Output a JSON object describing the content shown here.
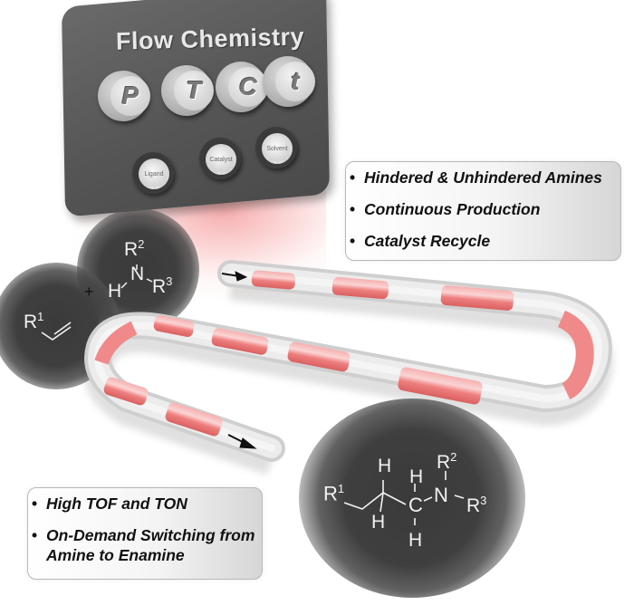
{
  "panel": {
    "title": "Flow Chemistry",
    "knobs": [
      {
        "label": "P"
      },
      {
        "label": "T"
      },
      {
        "label": "C"
      },
      {
        "label": "t"
      }
    ],
    "dials": [
      {
        "label": "Ligand"
      },
      {
        "label": "Catalyst"
      },
      {
        "label": "Solvent"
      }
    ]
  },
  "reactants": {
    "alkene": {
      "r": "R",
      "r_sup": "1"
    },
    "amine": {
      "r2": "R",
      "r2_sup": "2",
      "n": "N",
      "h": "H",
      "r3": "R",
      "r3_sup": "3"
    },
    "plus": "+"
  },
  "product": {
    "r1": "R",
    "r1_sup": "1",
    "h_top1": "H",
    "h_bot1": "H",
    "h_top2": "H",
    "c": "C",
    "h_bot2": "H",
    "n": "N",
    "r2": "R",
    "r2_sup": "2",
    "r3": "R",
    "r3_sup": "3"
  },
  "features_top": {
    "items": [
      "Hindered & Unhindered Amines",
      "Continuous Production",
      "Catalyst Recycle"
    ]
  },
  "features_bottom": {
    "items": [
      "High TOF and TON",
      "On-Demand Switching from Amine to Enamine"
    ]
  },
  "colors": {
    "panel": "#555555",
    "slug": "#f08a8a",
    "tube": "#d9d9d9",
    "bubble": "#3f3f3f",
    "arrow": "#111111"
  }
}
